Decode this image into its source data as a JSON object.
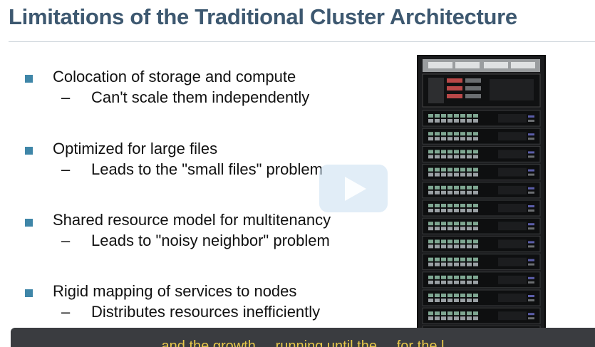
{
  "slide": {
    "title": "Limitations of the Traditional Cluster Architecture",
    "bullets": [
      {
        "text": "Colocation of storage and compute",
        "sub": "Can't scale them independently"
      },
      {
        "text": "Optimized for large files",
        "sub": "Leads to the \"small files\" problem"
      },
      {
        "text": "Shared resource model for multitenancy",
        "sub": "Leads to \"noisy neighbor\" problem"
      },
      {
        "text": "Rigid mapping of services to nodes",
        "sub": "Distributes resources inefficiently"
      }
    ],
    "dash": "–",
    "bullet_color": "#3f86a8",
    "title_color": "#3d5870"
  },
  "player": {
    "play_icon": "play-icon",
    "caption": "and the growth ... running until the ... for the l"
  },
  "rack_image": {
    "icon": "server-rack-image"
  }
}
